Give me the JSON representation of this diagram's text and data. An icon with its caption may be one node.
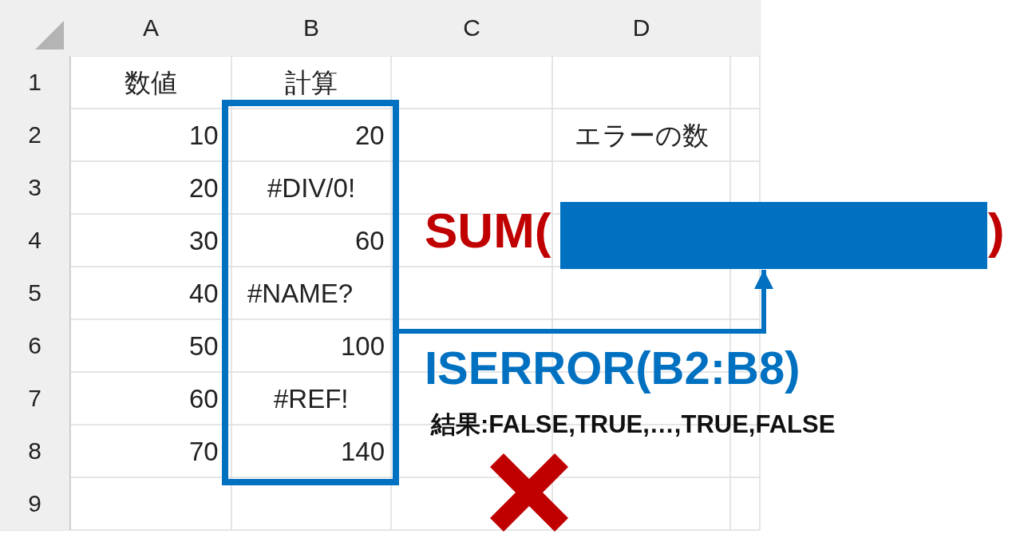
{
  "diagram": {
    "nodes": [
      {
        "text": [],
        "shape": "box"
      },
      {
        "text": [],
        "shape": "bar"
      }
    ],
    "edges": [
      {
        "from": 0,
        "to": 1,
        "arrow": "to"
      }
    ],
    "labels": [
      "A",
      "B",
      "C",
      "D",
      "1",
      "数値",
      "計算",
      "2",
      "10",
      "20",
      "エラーの数",
      "3",
      "20",
      "#DIV/0!",
      "4",
      "30",
      "60",
      "5",
      "40",
      "#NAME?",
      "6",
      "50",
      "100",
      "7",
      "60",
      "#REF!",
      "8",
      "70",
      "140",
      "9",
      "SUM(",
      ")",
      "ISERROR(B2:B8)",
      "結果:FALSE,TRUE,…,TRUE,FALSE"
    ]
  }
}
